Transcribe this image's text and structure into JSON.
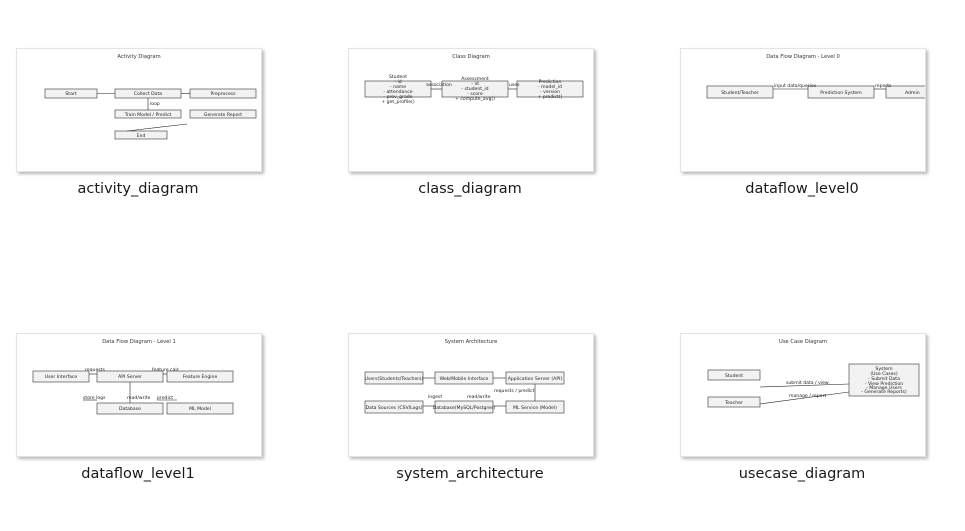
{
  "files": [
    {
      "name": "activity_diagram",
      "title": "Activity Diagram",
      "labels": [
        "Start",
        "Collect Data",
        "Preprocess",
        "Train Model / Predict",
        "Generate Report",
        "End"
      ],
      "edge_labels": [
        "loop"
      ]
    },
    {
      "name": "class_diagram",
      "title": "Class Diagram",
      "labels": [
        "Student",
        "- id",
        "- name",
        "- attendance",
        "- prev_grade",
        "+ get_profile()",
        "Assessment",
        "- id",
        "- student_id",
        "- score",
        "+ compute_avg()",
        "Prediction",
        "- model_id",
        "- version",
        "+ predict()"
      ],
      "edge_labels": [
        "association",
        "uses"
      ]
    },
    {
      "name": "dataflow_level0",
      "title": "Data Flow Diagram - Level 0",
      "labels": [
        "Student/Teacher",
        "Prediction System",
        "Admin"
      ],
      "edge_labels": [
        "input data/queries",
        "reports"
      ]
    },
    {
      "name": "dataflow_level1",
      "title": "Data Flow Diagram - Level 1",
      "labels": [
        "User Interface",
        "API Server",
        "Feature Engine",
        "Database",
        "ML Model"
      ],
      "edge_labels": [
        "requests",
        "feature calc",
        "store logs",
        "read/write",
        "predict"
      ]
    },
    {
      "name": "system_architecture",
      "title": "System Architecture",
      "labels": [
        "Users(Students/Teachers)",
        "Web/Mobile Interface",
        "Application Server (API)",
        "Data Sources (CSV/Logs)",
        "Database(MySQL/Postgres)",
        "ML Service (Model)"
      ],
      "edge_labels": [
        "ingest",
        "read/write",
        "requests / predict"
      ]
    },
    {
      "name": "usecase_diagram",
      "title": "Use Case Diagram",
      "labels": [
        "Student",
        "Teacher",
        "System",
        "(Use Cases)",
        "- Submit Data",
        "- View Prediction",
        "- Manage Users",
        "- Generate Reports)"
      ],
      "edge_labels": [
        "submit data / view",
        "manage / report"
      ]
    }
  ]
}
